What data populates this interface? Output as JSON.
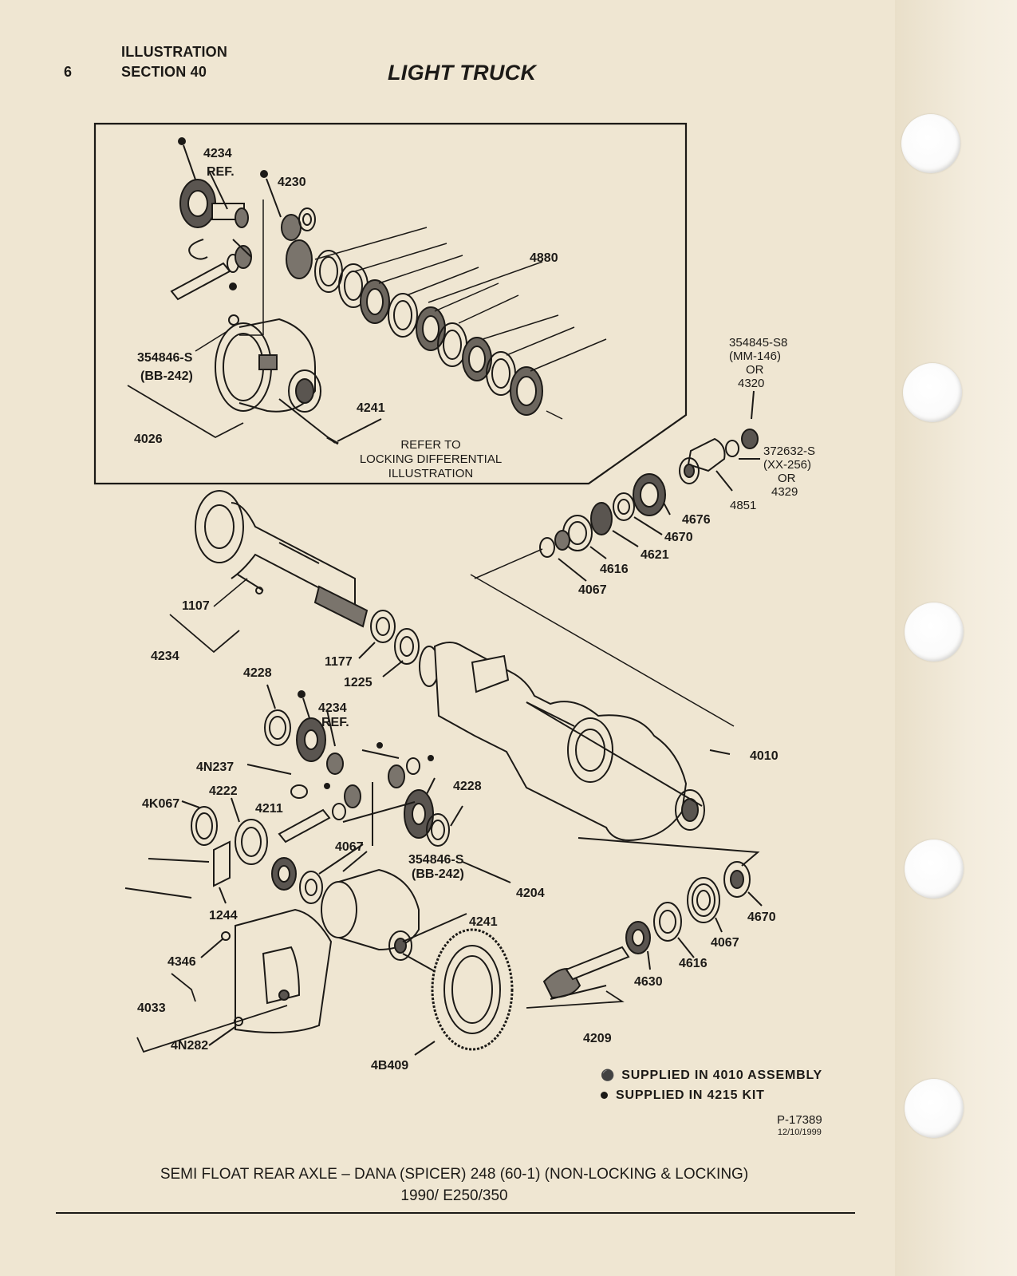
{
  "header": {
    "page_number": "6",
    "section_line1": "ILLUSTRATION",
    "section_line2": "SECTION 40",
    "title": "LIGHT TRUCK"
  },
  "inset": {
    "note_line1": "REFER TO",
    "note_line2": "LOCKING DIFFERENTIAL",
    "note_line3": "ILLUSTRATION"
  },
  "labels": {
    "l4234ref_a": "4234",
    "l4234ref_b": "REF.",
    "l4230": "4230",
    "l4880": "4880",
    "l354846_a": "354846-S",
    "l354846_b": "(BB-242)",
    "l4026": "4026",
    "l4241_top": "4241",
    "l354845_a": "354845-S8",
    "l354845_b": "(MM-146)",
    "l354845_c": "OR",
    "l354845_d": "4320",
    "l372632_a": "372632-S",
    "l372632_b": "(XX-256)",
    "l372632_c": "OR",
    "l372632_d": "4329",
    "l4851": "4851",
    "l4676": "4676",
    "l4670_top": "4670",
    "l4621": "4621",
    "l4616_top": "4616",
    "l4067_top": "4067",
    "l1107": "1107",
    "l4234": "4234",
    "l1177": "1177",
    "l1225": "1225",
    "l4228_top": "4228",
    "l4234ref2_a": "4234",
    "l4234ref2_b": "REF.",
    "l4N237": "4N237",
    "l4222": "4222",
    "l4K067": "4K067",
    "l4211": "4211",
    "l4228_mid": "4228",
    "l4067_mid": "4067",
    "l354846b_a": "354846-S",
    "l354846b_b": "(BB-242)",
    "l4010": "4010",
    "l1244": "1244",
    "l4204": "4204",
    "l4241_bot": "4241",
    "l4346": "4346",
    "l4033": "4033",
    "l4N282": "4N282",
    "l4B409": "4B409",
    "l4209": "4209",
    "l4630": "4630",
    "l4616_bot": "4616",
    "l4067_bot": "4067",
    "l4670_bot": "4670"
  },
  "legend": {
    "item1": "SUPPLIED IN 4010 ASSEMBLY",
    "item2": "SUPPLIED IN 4215 KIT"
  },
  "part_number": {
    "code": "P-17389",
    "date": "12/10/1999"
  },
  "caption": {
    "line1": "SEMI FLOAT REAR AXLE – DANA (SPICER) 248 (60-1) (NON-LOCKING & LOCKING)",
    "line2": "1990/ E250/350"
  }
}
